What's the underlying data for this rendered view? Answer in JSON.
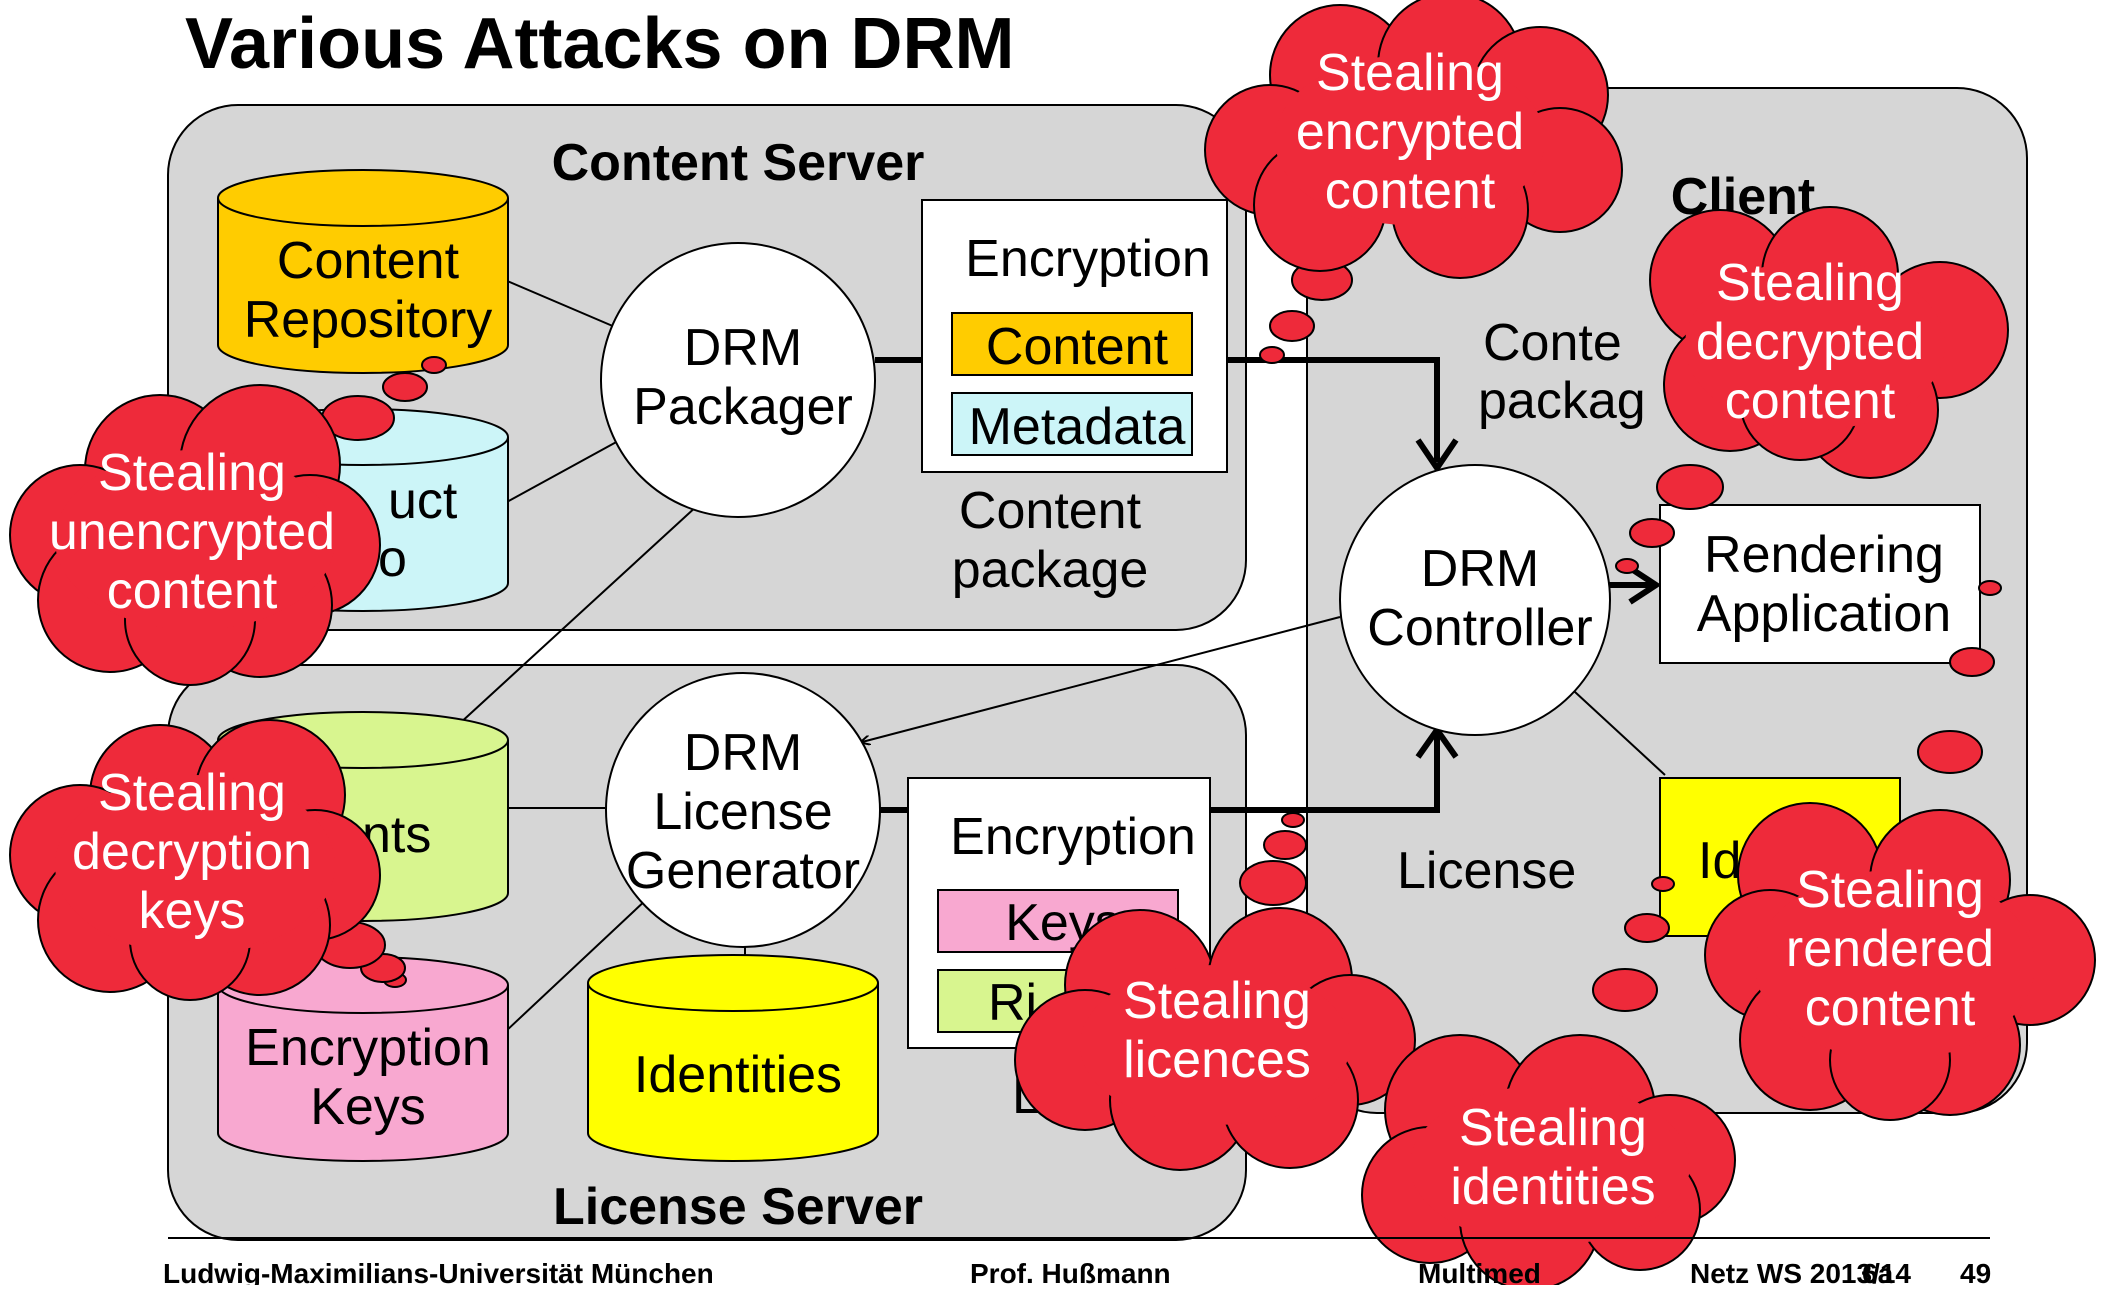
{
  "title": "Various Attacks on DRM",
  "content_server": {
    "title": "Content Server",
    "content_repository": [
      "Content",
      "Repository"
    ],
    "product_info": [
      "uct",
      "o"
    ],
    "drm_packager": [
      "DRM",
      "Packager"
    ],
    "encryption": "Encryption",
    "content": "Content",
    "metadata": "Metadata",
    "package_label": [
      "Content",
      "package"
    ]
  },
  "license_server": {
    "title": "License Server",
    "rights": "nts",
    "encryption_keys": [
      "Encryption",
      "Keys"
    ],
    "identities": "Identities",
    "drm_license_generator": [
      "DRM",
      "License",
      "Generator"
    ],
    "encryption": "Encryption",
    "keys": "Keys",
    "rights_partial": "Ri",
    "license_partial": "Li"
  },
  "client": {
    "title": "Client",
    "content_package_partial": [
      "Conte",
      "packag"
    ],
    "drm_controller": [
      "DRM",
      "Controller"
    ],
    "rendering_application": [
      "Rendering",
      "Application"
    ],
    "license": "License",
    "identities_partial": "Ide"
  },
  "attacks": {
    "unencrypted": [
      "Stealing",
      "unencrypted",
      "content"
    ],
    "encrypted": [
      "Stealing",
      "encrypted",
      "content"
    ],
    "decrypted": [
      "Stealing",
      "decrypted",
      "content"
    ],
    "keys": [
      "Stealing",
      "decryption",
      "keys"
    ],
    "licences": [
      "Stealing",
      "licences"
    ],
    "identities": [
      "Stealing",
      "identities"
    ],
    "rendered": [
      "Stealing",
      "rendered",
      "content"
    ]
  },
  "footer": {
    "university": "Ludwig-Maximilians-Universität München",
    "professor": "Prof. Hußmann",
    "course": "Multimed",
    "course_rest": "Netz  WS 2013/14",
    "chapter": "6a",
    "page": "49"
  },
  "colors": {
    "region": "#d6d6d6",
    "cloud": "#ee2a3a",
    "content_repository": "#ffcc00",
    "product_info": "#ccf5f8",
    "rights": "#d8f58f",
    "encryption_keys": "#f8a8d0",
    "identities": "#ffff00",
    "metadata": "#ccf5f8"
  }
}
